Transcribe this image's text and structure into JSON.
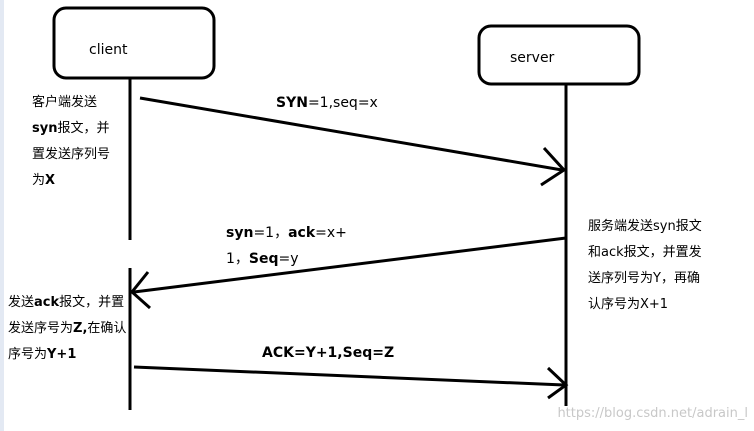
{
  "actors": {
    "client": "client",
    "server": "server"
  },
  "client_note_1": {
    "line1": "客户端发送",
    "line2_bold": "syn",
    "line2_rest": "报文，并",
    "line3": "置发送序列号",
    "line4_text": "为",
    "line4_bold": "X"
  },
  "msg1": {
    "bold": "SYN",
    "rest": "=1,seq=x"
  },
  "server_note": {
    "line1": "服务端发送syn报文",
    "line2": "和ack报文，并置发",
    "line3": "送序列号为Y，再确",
    "line4": "认序号为X+1"
  },
  "msg2": {
    "p1_bold": "syn",
    "p1_rest": "=1，",
    "p2_bold": "ack",
    "p2_rest": "=x+",
    "p3_rest": "1，",
    "p3_bold": "Seq",
    "p3_end": "=y"
  },
  "client_note_2": {
    "l1_a": "发送",
    "l1_b": "ack",
    "l1_c": "报文，并置",
    "l2_a": "发送序号为",
    "l2_b": "Z,",
    "l2_c": "在确认",
    "l3_a": "序号为",
    "l3_b": "Y+1"
  },
  "msg3": {
    "text": "ACK=Y+1,Seq=Z"
  },
  "watermark": "https://blog.csdn.net/adrain_l"
}
